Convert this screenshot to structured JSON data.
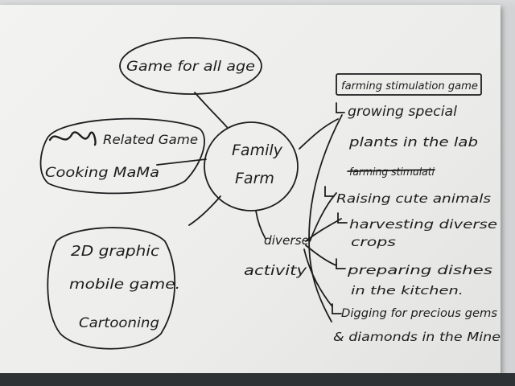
{
  "center": {
    "line1": "Family",
    "line2": "Farm"
  },
  "bubbles": {
    "age": {
      "text": "Game for all age"
    },
    "related": {
      "scribble": "",
      "line1": "Related Game",
      "line2": "Cooking MaMa"
    },
    "graphic": {
      "line1": "2D graphic",
      "line2": "mobile game.",
      "line3": "Cartooning"
    }
  },
  "activity": {
    "line1": "diverse",
    "line2": "activity"
  },
  "right": {
    "boxed": "farming stimulation game",
    "items": [
      {
        "line1": "growing special",
        "line2": "plants in the lab"
      },
      {
        "struck": "farming stimulati"
      },
      {
        "line1": "Raising cute animals"
      },
      {
        "line1": "harvesting diverse",
        "line2": "crops"
      },
      {
        "line1": "preparing dishes",
        "line2": "in the kitchen."
      },
      {
        "line1": "Digging for precious gems",
        "line2": "& diamonds in the Mine"
      }
    ]
  },
  "colors": {
    "ink": "#1d1d1f",
    "paper": "#efefed"
  }
}
